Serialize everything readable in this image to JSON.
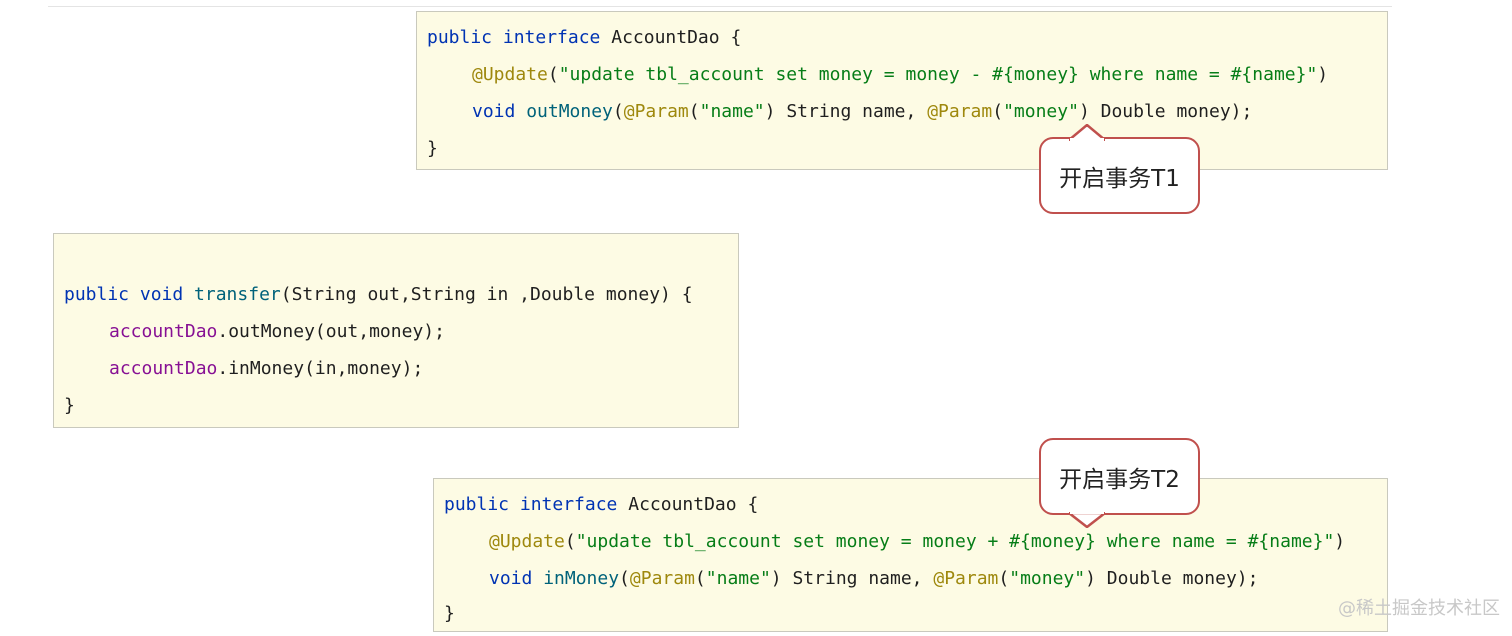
{
  "top_block": {
    "line1": {
      "kw": "public interface ",
      "name": "AccountDao {"
    },
    "line2": {
      "annot": "@Update",
      "open": "(",
      "str": "\"update tbl_account set money = money - #{money} where name = #{name}\"",
      "close": ")"
    },
    "line3": {
      "kw": "void ",
      "fn": "outMoney",
      "p1": "(",
      "a1": "@Param",
      "p2": "(",
      "s1": "\"name\"",
      "p3": ") String name, ",
      "a2": "@Param",
      "p4": "(",
      "s2": "\"money\"",
      "p5": ") Double money);"
    },
    "line4": "}"
  },
  "middle_block": {
    "line1": {
      "kw": "public void ",
      "fn": "transfer",
      "rest": "(String out,String in ,Double money) {"
    },
    "line2": {
      "field": "accountDao",
      "rest": ".outMoney(out,money);"
    },
    "line3": {
      "field": "accountDao",
      "rest": ".inMoney(in,money);"
    },
    "line4": "}"
  },
  "bottom_block": {
    "line1": {
      "kw": "public interface ",
      "name": "AccountDao {"
    },
    "line2": {
      "annot": "@Update",
      "open": "(",
      "str": "\"update tbl_account set money = money + #{money} where name = #{name}\"",
      "close": ")"
    },
    "line3": {
      "kw": "void ",
      "fn": "inMoney",
      "p1": "(",
      "a1": "@Param",
      "p2": "(",
      "s1": "\"name\"",
      "p3": ") String name, ",
      "a2": "@Param",
      "p4": "(",
      "s2": "\"money\"",
      "p5": ") Double money);"
    },
    "line4": "}"
  },
  "callouts": {
    "t1": "开启事务T1",
    "t2": "开启事务T2"
  },
  "watermark": "@稀土掘金技术社区",
  "colors": {
    "box_bg": "#fdfbe4",
    "keyword": "#0033b3",
    "method": "#00627a",
    "annotation": "#9e880d",
    "string": "#067d17",
    "field": "#871094",
    "callout_border": "#c0504d"
  }
}
